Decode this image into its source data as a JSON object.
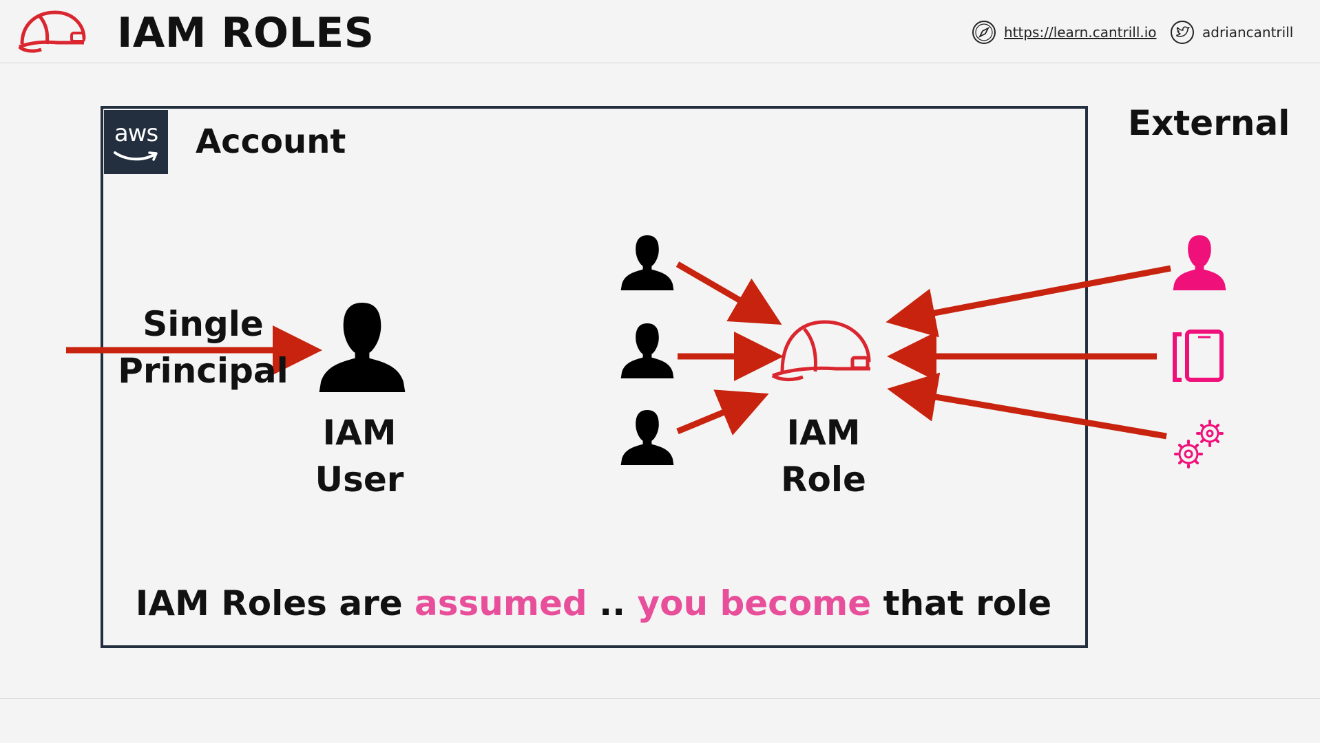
{
  "header": {
    "title": "IAM ROLES",
    "website": "https://learn.cantrill.io",
    "twitter": "adriancantrill"
  },
  "diagram": {
    "account_label": "Account",
    "aws_logo_text": "aws",
    "external_label": "External",
    "single_principal": "Single Principal",
    "iam_user": "IAM User",
    "iam_role": "IAM Role"
  },
  "caption": {
    "part1": "IAM Roles are ",
    "part2": "assumed",
    "part3": " .. ",
    "part4": "you become",
    "part5": " that role"
  },
  "colors": {
    "arrow": "#c8230f",
    "helmet": "#d9262f",
    "external": "#f0107a",
    "accent_text": "#e84f9b",
    "aws_dark": "#232f3e"
  },
  "icons": [
    "helmet-icon",
    "compass-icon",
    "twitter-icon",
    "user-icon",
    "mobile-icon",
    "gear-icon"
  ]
}
